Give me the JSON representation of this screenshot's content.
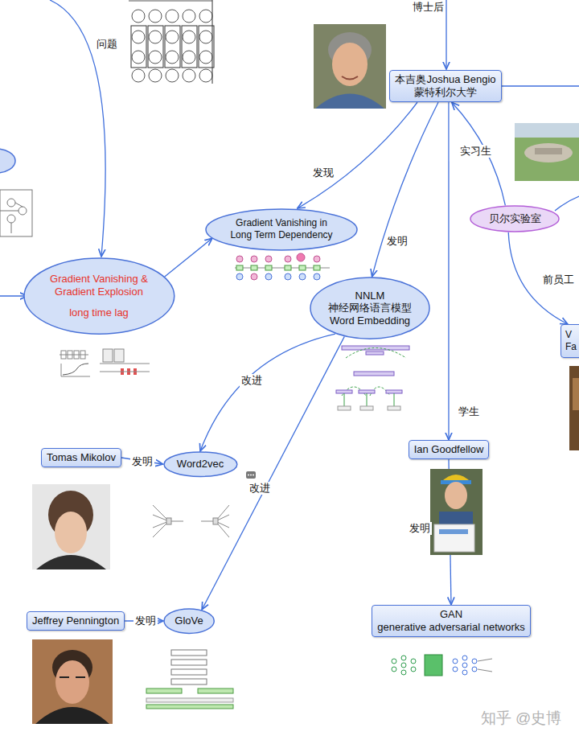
{
  "diagram": {
    "nodes": [
      {
        "text": [
          "本吉奥Joshua Bengio",
          "蒙特利尔大学"
        ]
      },
      {
        "text": [
          "Gradient Vanishing in Long Term Dependency"
        ]
      },
      {
        "text": [
          "贝尔实验室"
        ]
      },
      {
        "text": [
          "Gradient Vanishing & Gradient Explosion",
          "long time lag"
        ]
      },
      {
        "text": [
          "NNLM",
          "神经网络语言模型",
          "Word Embedding"
        ]
      },
      {
        "text": [
          "V Fa"
        ]
      },
      {
        "text": [
          "Ian Goodfellow"
        ]
      },
      {
        "text": [
          "Tomas Mikolov"
        ]
      },
      {
        "text": [
          "Word2vec"
        ]
      },
      {
        "text": [
          "Jeffrey Pennington"
        ]
      },
      {
        "text": [
          "GloVe"
        ]
      },
      {
        "text": [
          "GAN",
          "generative adversarial networks"
        ]
      }
    ],
    "edges": [
      {
        "from": 0,
        "to": 1,
        "label": "发现",
        "arrow": "to"
      },
      {
        "from": 0,
        "to": 4,
        "label": "发明",
        "arrow": "to"
      },
      {
        "from": 0,
        "to": 6,
        "label": "学生",
        "arrow": "to"
      },
      {
        "from": 2,
        "to": 0,
        "label": "实习生",
        "arrow": "to"
      },
      {
        "from": 2,
        "to": 5,
        "label": "前员工",
        "arrow": "to"
      },
      {
        "from": 3,
        "to": 1,
        "arrow": "to"
      },
      {
        "from": 4,
        "to": 8,
        "label": "改进",
        "arrow": "to"
      },
      {
        "from": 4,
        "to": 10,
        "label": "改进",
        "arrow": "to"
      },
      {
        "from": 7,
        "to": 8,
        "label": "发明",
        "arrow": "to"
      },
      {
        "from": 6,
        "to": 11,
        "label": "发明",
        "arrow": "to"
      },
      {
        "from": 9,
        "to": 10,
        "label": "发明",
        "arrow": "to"
      }
    ],
    "labels": [
      "博士后",
      "问题",
      "知乎 @史博"
    ]
  }
}
